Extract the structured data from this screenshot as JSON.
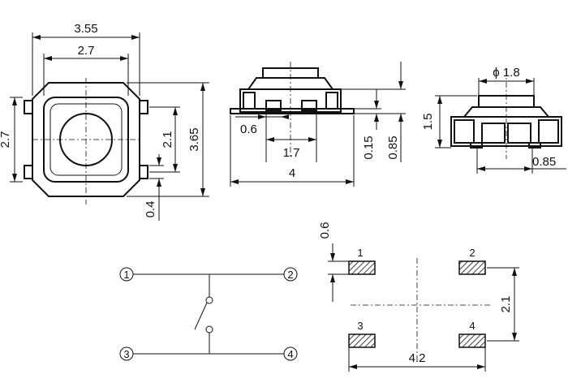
{
  "diagram": {
    "top_view": {
      "width_outer": "3.55",
      "width_inner": "2.7",
      "height_left": "2.7",
      "pad_pitch": "2.1",
      "height_total": "3.65",
      "pad_width": "0.4"
    },
    "front_view": {
      "pad_gap": "0.6",
      "inner_gap": "1.7",
      "body_length": "4",
      "base_height": "0.15",
      "body_height": "0.85"
    },
    "side_view": {
      "button_diameter": "ϕ 1.8",
      "total_height": "1.5",
      "lead_height": "0.85"
    },
    "schematic": {
      "terminals": [
        "1",
        "2",
        "3",
        "4"
      ]
    },
    "footprint": {
      "pad_height": "0.6",
      "row_pitch": "2.1",
      "col_pitch": "4.2",
      "pad_labels": [
        "1",
        "2",
        "3",
        "4"
      ]
    }
  }
}
